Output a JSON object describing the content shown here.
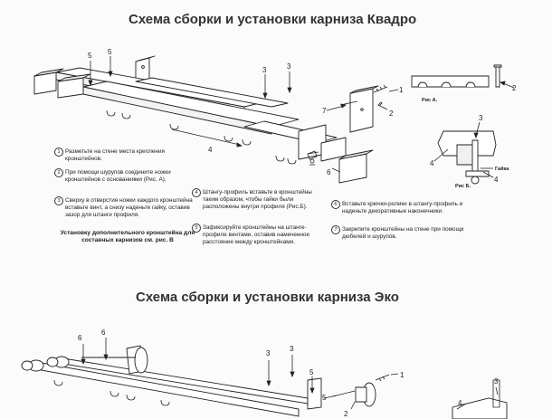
{
  "titles": {
    "kvadro": "Схема сборки и установки карниза Квадро",
    "eko": "Схема сборки и установки карниза Эко"
  },
  "figure_labels": {
    "ris_a": "Рис А.",
    "ris_b": "Рис Б.",
    "gayka": "Гайка"
  },
  "callouts": {
    "top": [
      "5",
      "5",
      "3",
      "3",
      "7",
      "1",
      "2",
      "4",
      "6",
      "2",
      "3",
      "4",
      "4"
    ],
    "bottom": [
      "6",
      "6",
      "3",
      "3",
      "5",
      "1",
      "2",
      "5",
      "4",
      "3"
    ]
  },
  "steps": [
    {
      "n": "1",
      "text": "Разметьте на стене места  крепления кронштейнов."
    },
    {
      "n": "2",
      "text": "При помощи шурупов соедините ножки кронштейнов с основаниями (Рис. А)."
    },
    {
      "n": "3",
      "text": "Сверху в отверстия ножки каждого кронштейна вставьте винт, а снизу наденьте гайку, оставив зазор для штанги профиля."
    },
    {
      "n": "4",
      "text": "Штангу-профиль вставьте в кронштейны таким образом, чтобы гайки были расположены внутри профиля  (Рис.Б)."
    },
    {
      "n": "5",
      "text": "Зафиксируйте кронштейны на штанге-профиле винтами, оставив намеченное расстояние между кронштейнами."
    },
    {
      "n": "6",
      "text": "Вставьте крючки-ролики в штангу-профиль и наденьте декоративные наконечники."
    },
    {
      "n": "7",
      "text": "Закрепите кронштейны на стене при помощи дюбелей и шурупов."
    }
  ],
  "note": "Установку дополнительного кронштейна для составных карнизов  см. рис. В"
}
